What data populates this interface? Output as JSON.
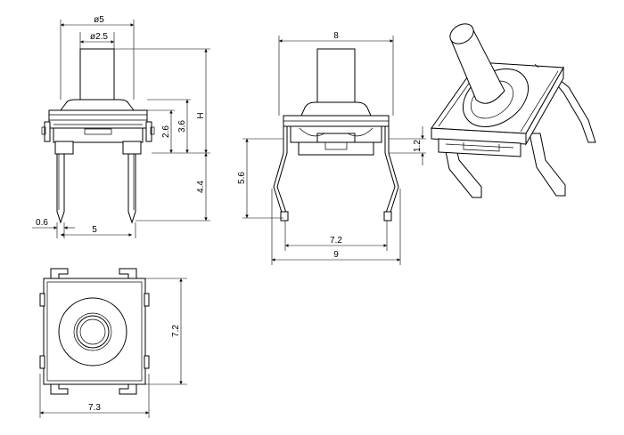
{
  "front_view": {
    "dim_outer_dia": "ø5",
    "dim_stem_dia": "ø2.5",
    "dim_body_height": "2.6",
    "dim_base_height": "3.6",
    "dim_total_height": "H",
    "dim_lead_length": "4.4",
    "dim_lead_width": "0.6",
    "dim_lead_pitch": "5"
  },
  "side_view": {
    "dim_top_width": "8",
    "dim_lead_offset": "1.2",
    "dim_lead_height": "5.6",
    "dim_inner_span": "7.2",
    "dim_outer_span": "9"
  },
  "top_view": {
    "dim_height": "7.2",
    "dim_width": "7.3"
  }
}
